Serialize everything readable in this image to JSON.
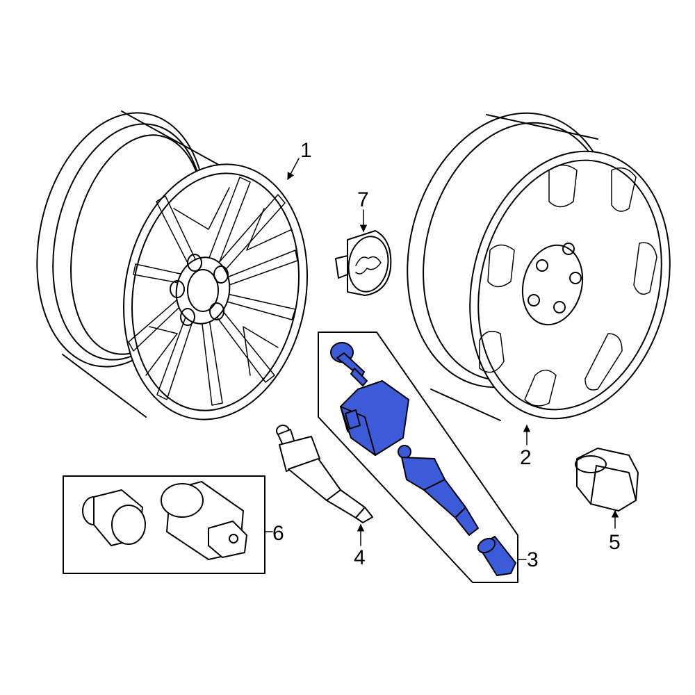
{
  "diagram": {
    "highlight_color": "#3b5bd8",
    "callouts": [
      {
        "id": "1",
        "label": "1"
      },
      {
        "id": "2",
        "label": "2"
      },
      {
        "id": "3",
        "label": "3"
      },
      {
        "id": "4",
        "label": "4"
      },
      {
        "id": "5",
        "label": "5"
      },
      {
        "id": "6",
        "label": "6"
      },
      {
        "id": "7",
        "label": "7"
      }
    ]
  }
}
